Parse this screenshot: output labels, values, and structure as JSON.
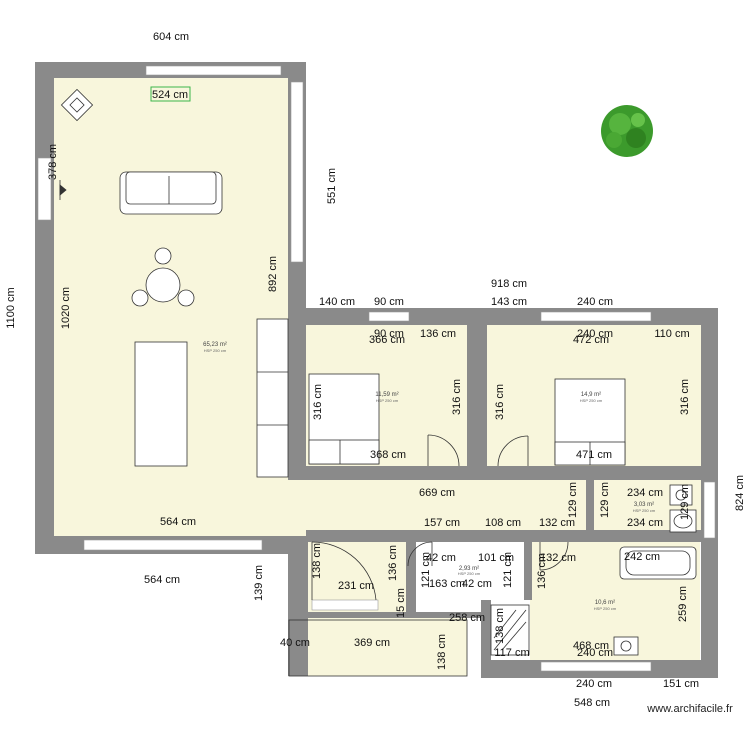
{
  "plan": {
    "credit": "www.archifacile.fr",
    "dimensions": {
      "top_width": "604 cm",
      "inner_top": "524 cm",
      "left_height": "1100 cm",
      "living_height": "1020 cm",
      "window_left": "378 cm",
      "living_right": "892 cm",
      "wall_right": "551 cm",
      "wing_width": "918 cm",
      "seg_140": "140 cm",
      "seg_90a": "90 cm",
      "seg_143": "143 cm",
      "seg_240a": "240 cm",
      "room1_win": "90 cm",
      "room1_width": "366 cm",
      "room1_136": "136 cm",
      "room1_h_left": "316 cm",
      "room1_h_right": "316 cm",
      "room1_bottom": "368 cm",
      "room2_win": "240 cm",
      "room2_width": "472 cm",
      "room2_110": "110 cm",
      "room2_h_left": "316 cm",
      "room2_h_right": "316 cm",
      "room2_bottom": "471 cm",
      "corridor": "669 cm",
      "wc_129a": "129 cm",
      "wc_129b": "129 cm",
      "wc_129c": "129 cm",
      "wc_top": "234 cm",
      "wc_bottom": "234 cm",
      "right_height": "824 cm",
      "living_bottom": "564 cm",
      "living_bottom_outer": "564 cm",
      "entry_157": "157 cm",
      "entry_108": "108 cm",
      "entry_132": "132 cm",
      "entry_138": "138 cm",
      "entry_231": "231 cm",
      "entry_136": "136 cm",
      "entry_139": "139 cm",
      "entry_15": "15 cm",
      "cl_42a": "42 cm",
      "cl_101": "101 cm",
      "cl_121a": "121 cm",
      "cl_121b": "121 cm",
      "cl_163": "163 cm",
      "cl_42b": "42 cm",
      "cl_258": "258 cm",
      "bath_132": "132 cm",
      "bath_136": "136 cm",
      "bath_242": "242 cm",
      "bath_259": "259 cm",
      "bath_138": "138 cm",
      "bath_117": "117 cm",
      "bath_468": "468 cm",
      "bath_240": "240 cm",
      "terrace_40": "40 cm",
      "terrace_369": "369 cm",
      "terrace_138": "138 cm",
      "bottom_240": "240 cm",
      "bottom_151": "151 cm",
      "bottom_548": "548 cm"
    },
    "rooms": {
      "living": {
        "area": "65,23 m²",
        "height": "HSP 250 cm"
      },
      "bedroom1": {
        "area": "11,59 m²",
        "height": "HSP 250 cm"
      },
      "bedroom2": {
        "area": "14,9 m²",
        "height": "HSP 250 cm"
      },
      "wc": {
        "area": "3,03 m²",
        "height": "HSP 250 cm"
      },
      "closet": {
        "area": "2,93 m²",
        "height": "HSP 250 cm"
      },
      "bathroom": {
        "area": "10,6 m²",
        "height": "HSP 250 cm"
      }
    },
    "colors": {
      "wall": "#8a8a8a",
      "floor": "#f8f6dc",
      "tree": "#3c9a2c",
      "window": "#ffffff",
      "label_border": "#3bb54a"
    },
    "icons": [
      "sofa-icon",
      "dining-table-icon",
      "bed-icon",
      "door-swing-icon",
      "bathtub-icon",
      "sink-icon",
      "toilet-icon",
      "shower-icon",
      "tree-icon",
      "radiator-icon"
    ]
  }
}
